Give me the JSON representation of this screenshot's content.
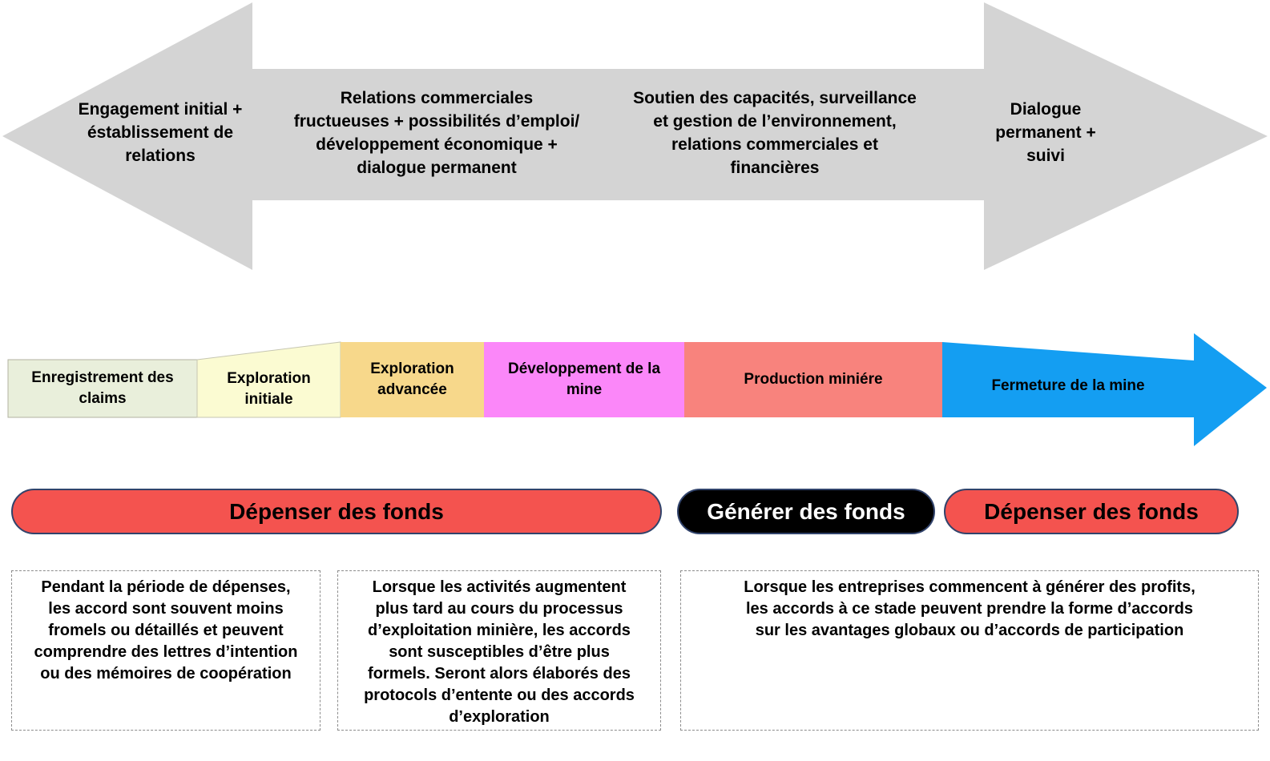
{
  "top_arrow": {
    "color": "#d4d4d4",
    "labels": [
      {
        "text": "Engagement initial +\néstablissement de\nrelations"
      },
      {
        "text": "Relations commerciales\nfructueuses + possibilités d’emploi/\ndéveloppement économique +\ndialogue permanent"
      },
      {
        "text": "Soutien des capacités, surveillance\net gestion de l’environnement,\nrelations commerciales et\nfinancières"
      },
      {
        "text": "Dialogue\npermanent +\nsuivi"
      }
    ]
  },
  "band": {
    "segments": [
      {
        "label": "Enregistrement des\nclaims",
        "color": "#e9efdb"
      },
      {
        "label": "Exploration\ninitiale",
        "color": "#fbfbd2"
      },
      {
        "label": "Exploration\nadvancée",
        "color": "#f7d88b"
      },
      {
        "label": "Développement de la\nmine",
        "color": "#fb87f9"
      },
      {
        "label": "Production miniére",
        "color": "#f8837d"
      },
      {
        "label": "Fermeture de la mine",
        "color": "#149ef2"
      }
    ]
  },
  "pills": [
    {
      "label": "Dépenser des fonds",
      "bg": "#f4534f",
      "text_color": "#000000"
    },
    {
      "label": "Générer des fonds",
      "bg": "#000000",
      "text_color": "#ffffff"
    },
    {
      "label": "Dépenser des fonds",
      "bg": "#f4534f",
      "text_color": "#000000"
    }
  ],
  "notes": [
    {
      "text": "Pendant la période de dépenses,\nles accord sont souvent moins\nfromels ou détaillés et peuvent\ncomprendre des lettres d’intention\nou des mémoires de coopération"
    },
    {
      "text": "Lorsque les activités augmentent\nplus tard au cours du processus\nd’exploitation minière, les accords\nsont susceptibles d’être plus\nformels.  Seront alors élaborés des\nprotocols d’entente ou des accords\nd’exploration"
    },
    {
      "text": "Lorsque les entreprises commencent à générer des profits,\nles accords à ce stade peuvent prendre la forme d’accords\nsur les avantages globaux ou d’accords de participation"
    }
  ]
}
